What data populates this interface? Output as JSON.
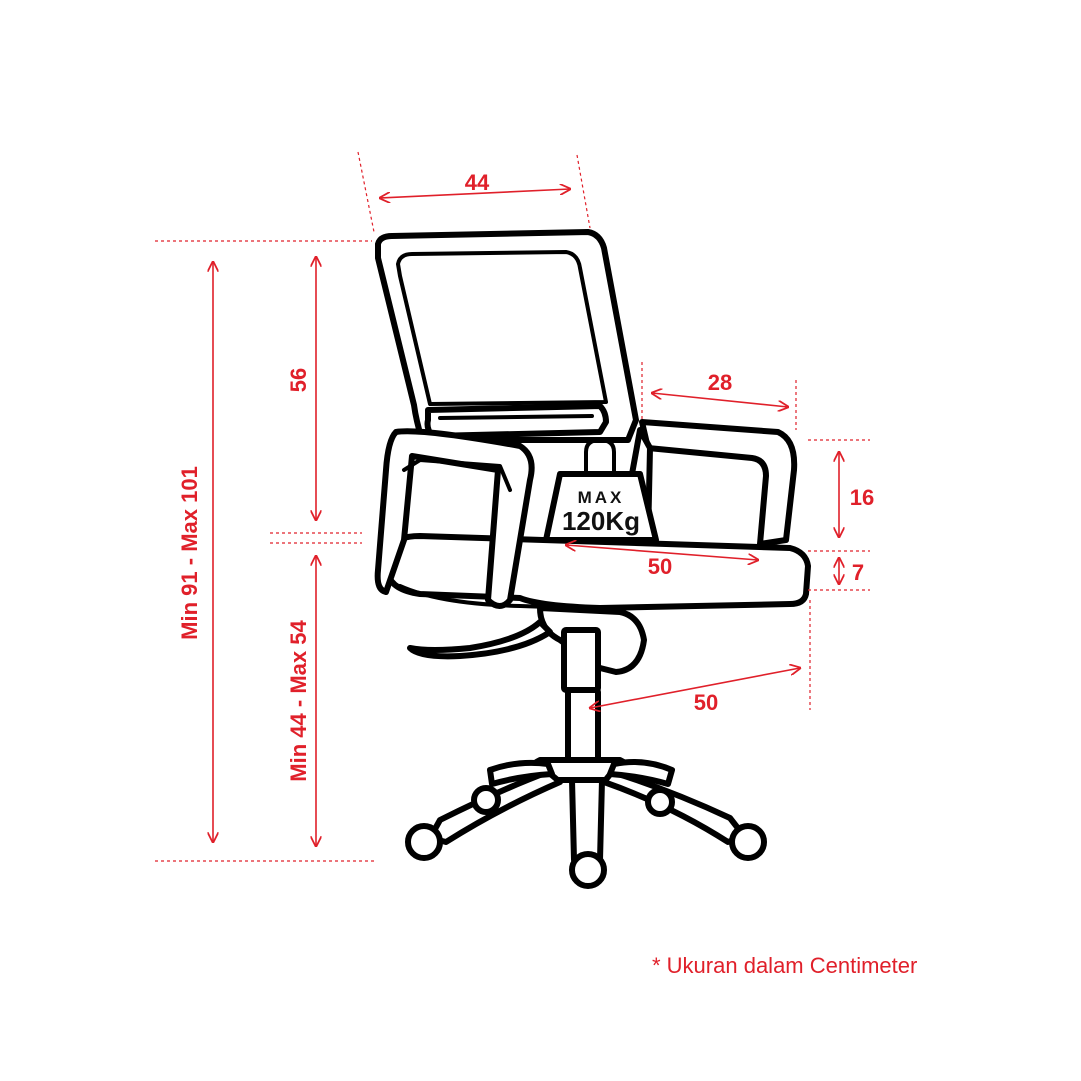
{
  "colors": {
    "dimension": "#e0202a",
    "outline": "#000000",
    "background": "#ffffff"
  },
  "dimensions": {
    "backrest_width": "44",
    "backrest_height": "56",
    "armrest_length": "28",
    "armrest_height": "16",
    "seat_depth": "50",
    "seat_thickness": "7",
    "base_diameter": "50",
    "total_height": "Min 91 - Max 101",
    "seat_height": "Min 44 - Max 54"
  },
  "weight_badge": {
    "line1": "MAX",
    "line2": "120Kg"
  },
  "note": "* Ukuran dalam Centimeter"
}
